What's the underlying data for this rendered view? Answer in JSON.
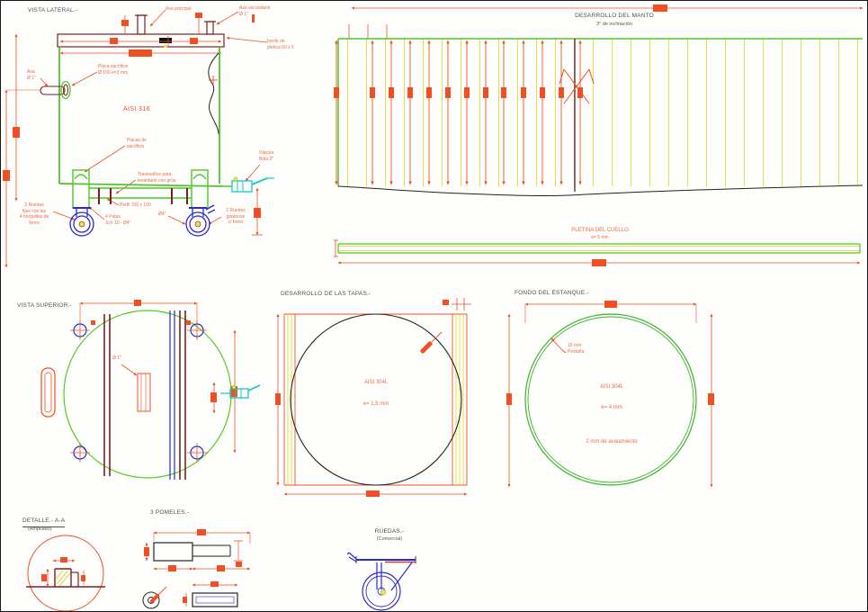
{
  "colors": {
    "dimension_orange": "#f04e23",
    "label_salmon": "#ee6a47",
    "steel_green": "#4ec52b",
    "plate_yellow": "#e3e04f",
    "maroon": "#7c1f1f",
    "wheel_blue": "#2a2ad0",
    "valve_cyan": "#12c8c8",
    "line_black": "#222222",
    "title_gray": "#4f4f4f"
  },
  "vista_lateral": {
    "title": "VISTA LATERAL.-",
    "material": "AISI 316",
    "labels": {
      "asa_principal": "Asa principal",
      "asa_secundario": "Asa secundario\nØ 1\"",
      "borde_pletina": "borde de\npletina 50 x 5",
      "asa": "Asa\nØ 1\"",
      "placa_sacrificio": "Placa sacrificio\nØ 100  e=3 mm",
      "placas_sacrificio": "Placas de\nsacrificio",
      "travesanos": "Travesaños para\nlevantarlo con grúa",
      "perfil": "Perfil 100 x 100",
      "ruedas_fijas": "2 Ruedas\nfijas con las\n4 horquillas de\nfierro",
      "patas": "4 Patas\nSch 10 - Ø4\"",
      "diametro4": "Ø4\"",
      "ruedas_giratorias": "2 Ruedas\ngiratorias\nc/ freno",
      "valvula": "Válvula\nBola  2\""
    }
  },
  "manto": {
    "title": "DESARROLLO DEL MANTO",
    "subtitle": "3° de inclinación"
  },
  "pletina": {
    "title": "PLETINA DEL CUELLO",
    "subtitle": "e=  5 mm"
  },
  "vista_superior": {
    "title": "VISTA SUPERIOR.-",
    "labels": {
      "diametro1": "Ø 1\""
    }
  },
  "tapas": {
    "title": "DESARROLLO DE LAS TAPAS.-",
    "material": "AISI 304L",
    "espesor": "e=  1,5 mm"
  },
  "fondo": {
    "title": "FONDO DEL ESTANQUE.-",
    "material": "AISI 304L",
    "espesor": "e=  4 mm",
    "pestana": "15 mm\nPestaña",
    "nota": "2 mm de avalamiento"
  },
  "detalle": {
    "title": "DETALLE.-  A-A",
    "subtitle": "(Ampliado)"
  },
  "pomeles": {
    "title": "3 POMELES.-"
  },
  "ruedas": {
    "title": "RUEDAS.-",
    "subtitle": "(Comercial)"
  }
}
